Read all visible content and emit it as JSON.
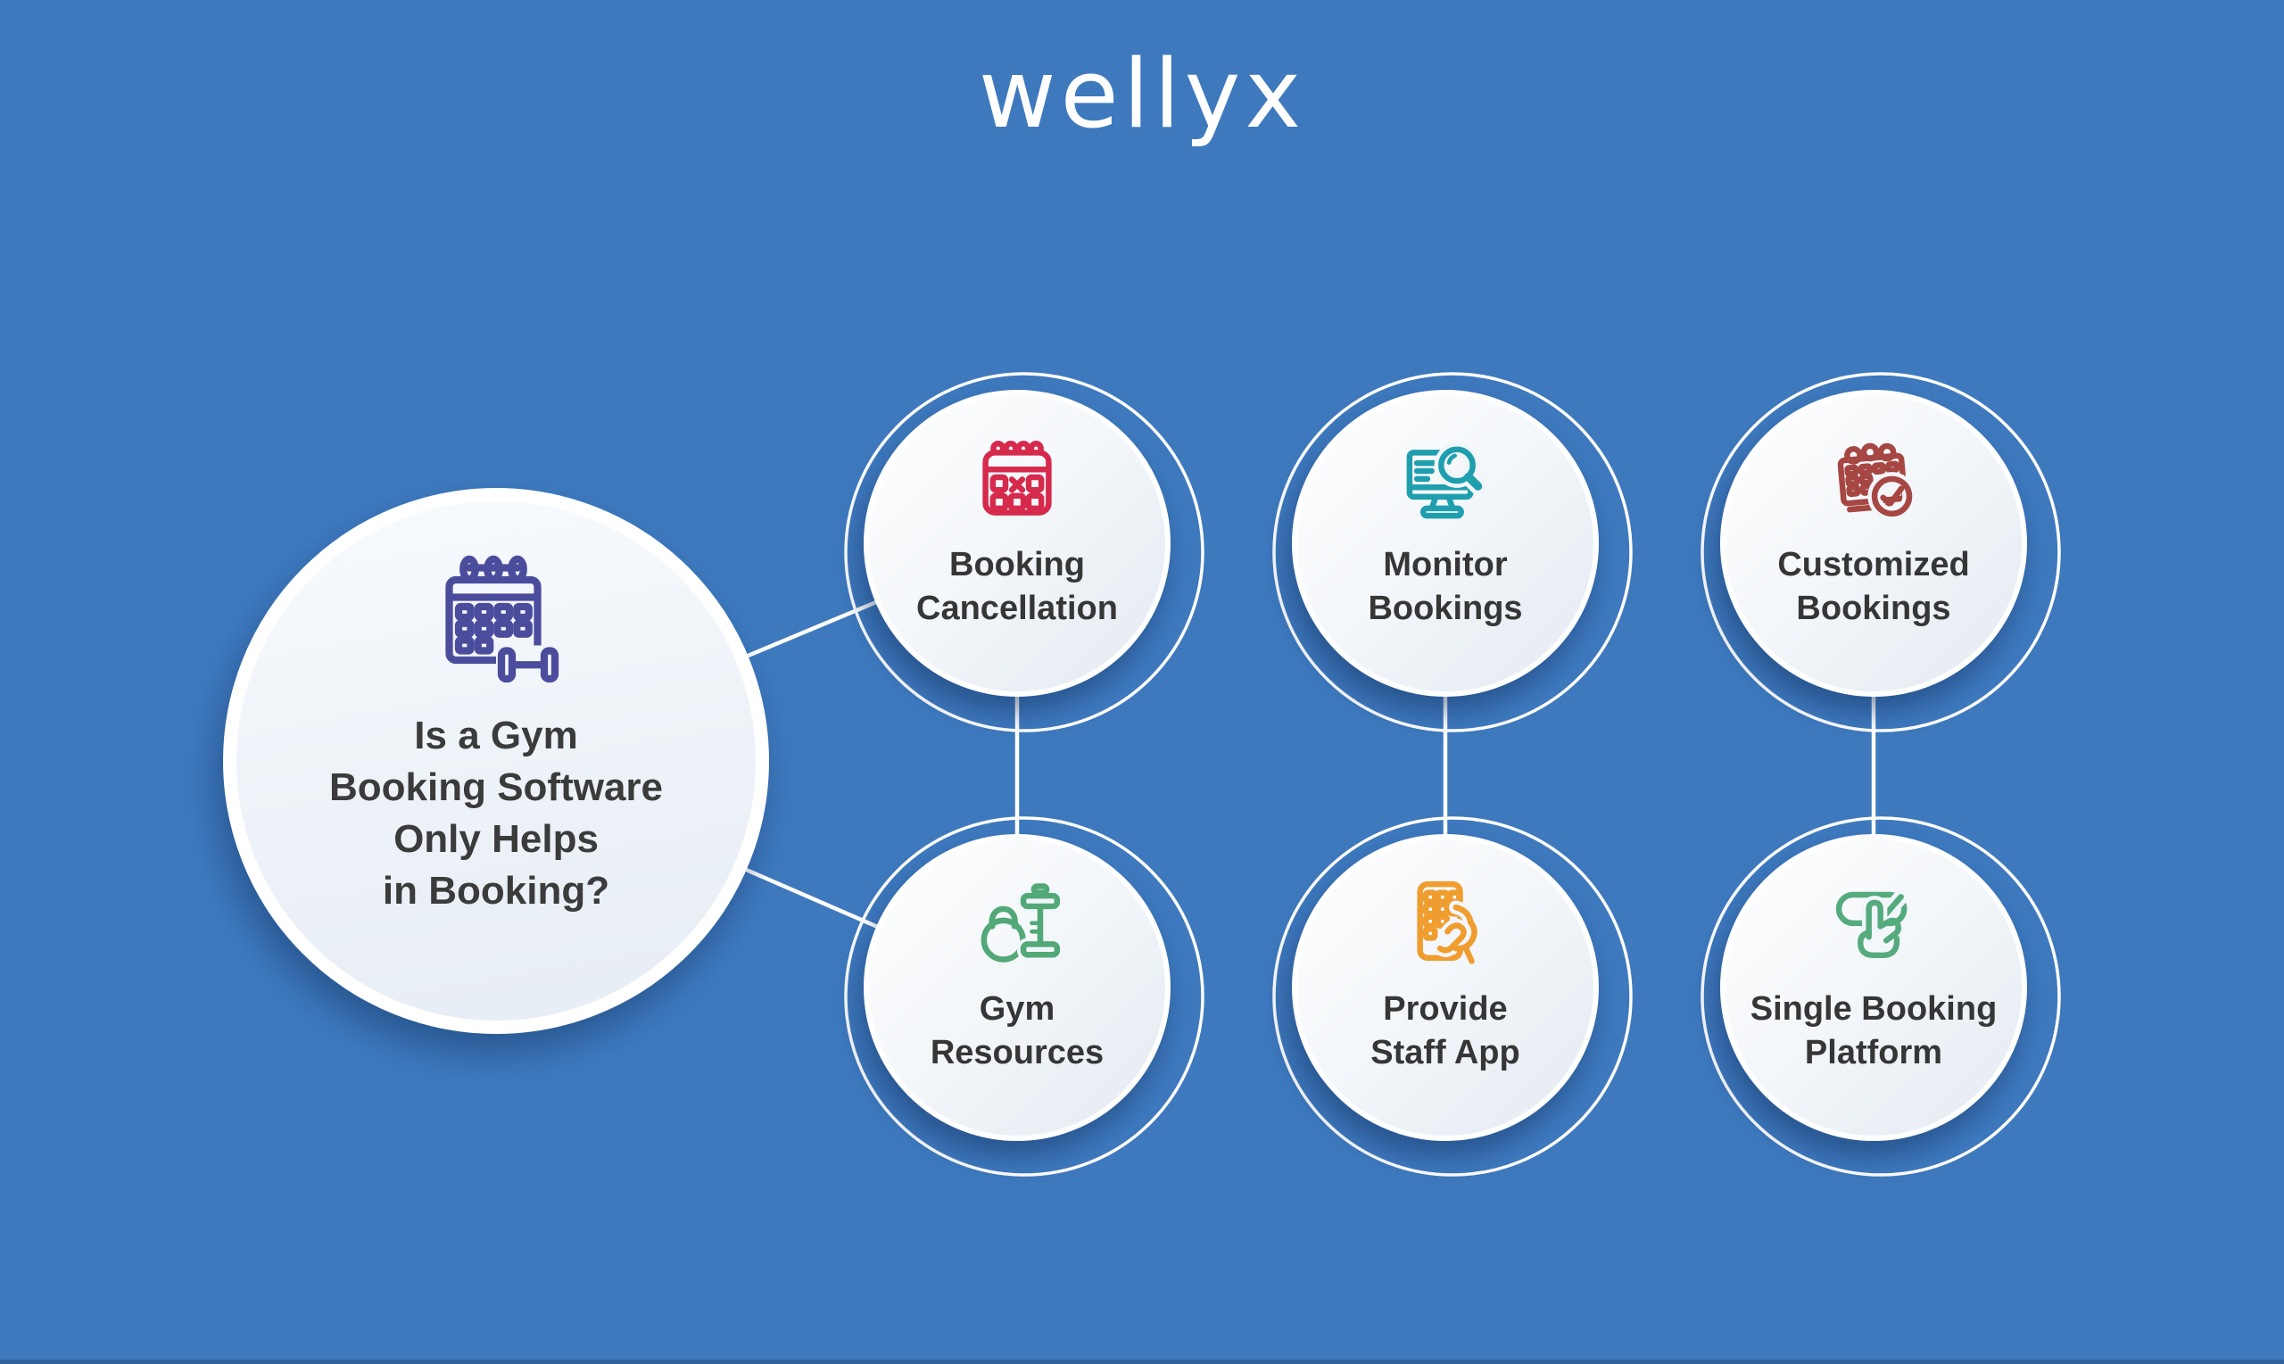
{
  "page": {
    "background_color": "#3E79BE",
    "bottom_edge_color": "#18365E",
    "logo_text": "wellyx",
    "logo_color": "#FFFFFF"
  },
  "connectors": {
    "line_color": "#FFFFFF",
    "ring_color": "#FFFFFF"
  },
  "circle_style": {
    "fill_top": "#FFFFFF",
    "fill_bottom": "#E3EAF2",
    "rim_color": "#FFFFFF",
    "label_color": "#363636",
    "shadow_color": "#0F2D58"
  },
  "hub": {
    "icon": "calendar-dumbbell-icon",
    "icon_color": "#4C4C9D",
    "text_color": "#3B3B3B",
    "title_lines": [
      "Is a Gym",
      "Booking Software",
      "Only Helps",
      "in Booking?"
    ]
  },
  "nodes": [
    {
      "id": "booking-cancellation",
      "icon": "calendar-cancelled-icon",
      "icon_color": "#D62A4D",
      "label_lines": [
        "Booking",
        "Cancellation"
      ]
    },
    {
      "id": "monitor-bookings",
      "icon": "monitor-magnifier-icon",
      "icon_color": "#1F9FAE",
      "label_lines": [
        "Monitor",
        "Bookings"
      ]
    },
    {
      "id": "customized-bookings",
      "icon": "calendar-clock-icon",
      "icon_color": "#A64743",
      "label_lines": [
        "Customized",
        "Bookings"
      ]
    },
    {
      "id": "gym-resources",
      "icon": "kettlebell-dumbbell-icon",
      "icon_color": "#52A877",
      "label_lines": [
        "Gym",
        "Resources"
      ]
    },
    {
      "id": "provide-staff-app",
      "icon": "phone-in-hand-icon",
      "icon_color": "#EF9D2F",
      "label_lines": [
        "Provide",
        "Staff App"
      ]
    },
    {
      "id": "single-booking-platform",
      "icon": "tap-check-icon",
      "icon_color": "#55AB7E",
      "label_lines": [
        "Single Booking",
        "Platform"
      ]
    }
  ]
}
